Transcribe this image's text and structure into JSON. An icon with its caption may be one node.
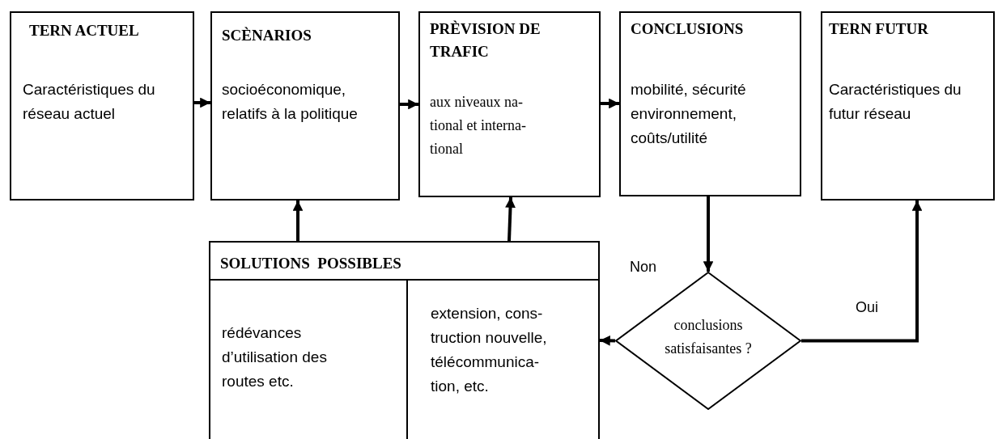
{
  "diagram": {
    "nodes": [
      {
        "text": [
          "TERN ACTUEL",
          "Caractéristiques du réseau actuel"
        ]
      },
      {
        "text": [
          "SCÈNARIOS",
          "socioéconomique, relatifs à la politique"
        ]
      },
      {
        "text": [
          "PRÈVISION DE TRAFIC",
          "aux niveaux na- tional et interna- tional"
        ]
      },
      {
        "text": [
          "CONCLUSIONS",
          "mobilité, sécurité environnement, coûts/utilité"
        ]
      },
      {
        "text": [
          "TERN FUTUR",
          "Caractéristiques du futur réseau"
        ]
      },
      {
        "text": [
          "SOLUTIONS  POSSIBLES"
        ]
      },
      {
        "text": [
          "rédévances d’utilisation des routes etc."
        ],
        "in": 5
      },
      {
        "text": [
          "extension, cons- truction nouvelle, télécommunica- tion, etc."
        ],
        "in": 5
      },
      {
        "text": [
          "conclusions satisfaisantes ?"
        ]
      }
    ],
    "edges": [
      {
        "from": 0,
        "to": 1,
        "arrow": "to"
      },
      {
        "from": 1,
        "to": 2,
        "arrow": "to"
      },
      {
        "from": 2,
        "to": 3,
        "arrow": "to"
      },
      {
        "from": 5,
        "to": 1,
        "arrow": "to"
      },
      {
        "from": 5,
        "to": 2,
        "arrow": "to"
      },
      {
        "from": 3,
        "to": 8,
        "arrow": "to"
      },
      {
        "from": 8,
        "to": 7,
        "arrow": "to",
        "label": "Non"
      },
      {
        "from": 8,
        "to": 4,
        "arrow": "to",
        "label": "Oui"
      }
    ]
  }
}
